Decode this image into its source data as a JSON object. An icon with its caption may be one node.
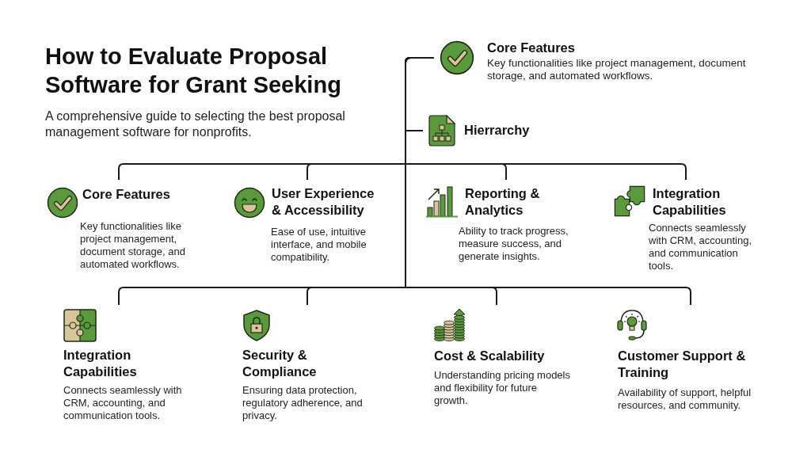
{
  "diagram": {
    "title": "How to Evaluate Proposal Software for Grant Seeking",
    "nodes": [
      {
        "text": [
          "Core Features",
          "Key functionalities like project management, document storage, and automated workflows."
        ]
      },
      {
        "text": [
          "Hierrarchy"
        ]
      },
      {
        "text": [
          "Core Features",
          "Key functionalities like project management, document storage, and automated workflows."
        ]
      },
      {
        "text": [
          "User Experience & Accessibility",
          "Ease of use, intuitive interface, and mobile compatibility."
        ]
      },
      {
        "text": [
          "Reporting & Analytics",
          "Ability to track progress, measure success, and generate insights."
        ]
      },
      {
        "text": [
          "Integration Capabilities",
          "Connects seamlessly with CRM, accounting, and communication tools."
        ]
      },
      {
        "text": [
          "Integration Capabilities",
          "Connects seamlessly with CRM, accounting, and communication tools."
        ]
      },
      {
        "text": [
          "Security & Compliance",
          "Ensuring data protection, regulatory adherence, and privacy."
        ]
      },
      {
        "text": [
          "Cost & Scalability",
          "Understanding pricing models and flexibility for future growth."
        ]
      },
      {
        "text": [
          "Customer Support & Training",
          "Availability of support, helpful resources, and community."
        ]
      }
    ],
    "edges": [
      {
        "from": 0,
        "to": 1,
        "arrow": "none"
      },
      {
        "from": 0,
        "to": 2,
        "arrow": "none"
      },
      {
        "from": 0,
        "to": 3,
        "arrow": "none"
      },
      {
        "from": 0,
        "to": 4,
        "arrow": "none"
      },
      {
        "from": 0,
        "to": 5,
        "arrow": "none"
      },
      {
        "from": 0,
        "to": 6,
        "arrow": "none"
      },
      {
        "from": 0,
        "to": 7,
        "arrow": "none"
      },
      {
        "from": 0,
        "to": 8,
        "arrow": "none"
      },
      {
        "from": 0,
        "to": 9,
        "arrow": "none"
      }
    ],
    "labels": [
      "A comprehensive guide to selecting the best proposal management software for nonprofits."
    ]
  }
}
